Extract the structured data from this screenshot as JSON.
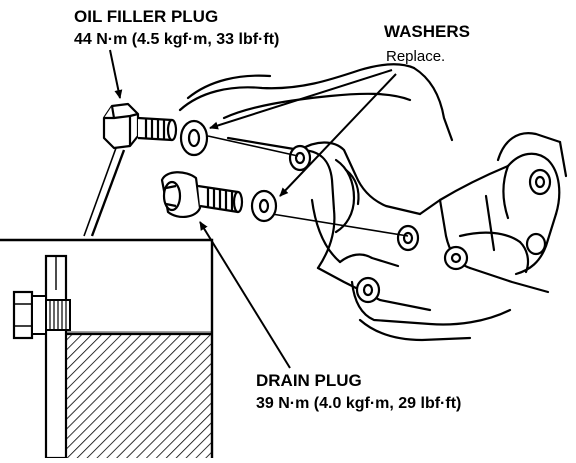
{
  "labels": {
    "oil_filler_plug": {
      "title": "OIL FILLER PLUG",
      "torque": "44 N·m (4.5 kgf·m, 33 lbf·ft)"
    },
    "washers": {
      "title": "WASHERS",
      "note": "Replace."
    },
    "drain_plug": {
      "title": "DRAIN PLUG",
      "torque": "39 N·m (4.0 kgf·m, 29 lbf·ft)"
    }
  },
  "colors": {
    "ink": "#000000",
    "paper": "#ffffff"
  }
}
